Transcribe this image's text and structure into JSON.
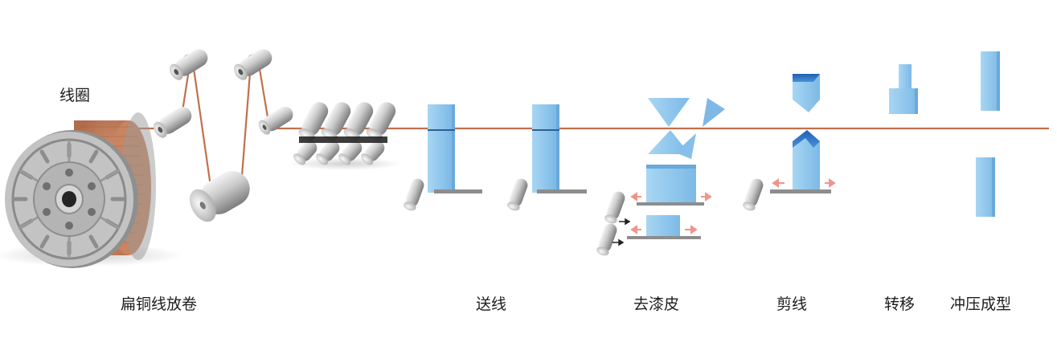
{
  "labels": {
    "coil": "线圈",
    "unwind": "扁铜线放卷",
    "feed": "送线",
    "strip": "去漆皮",
    "cut": "剪线",
    "transfer": "转移",
    "press": "冲压成型"
  },
  "colors": {
    "wire": "#c0704c",
    "copper": "#c4835e",
    "block": "#8ec6ec",
    "block_dark": "#2f77c9",
    "arrow": "#f0958c",
    "roller": "#b9b9b9"
  }
}
